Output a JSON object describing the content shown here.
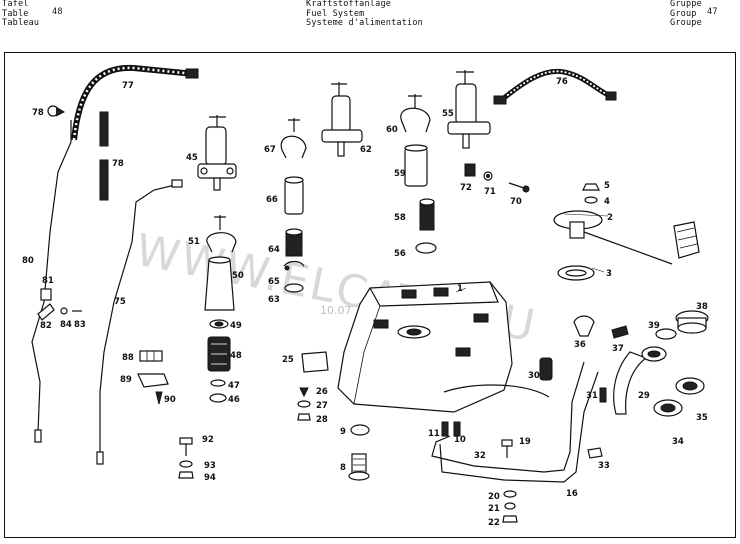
{
  "header": {
    "left": [
      "Tafel",
      "Table",
      "Tableau"
    ],
    "left_number": "48",
    "center": [
      "Kraftstoffanlage",
      "Fuel System",
      "Systeme d'alimentation"
    ],
    "right": [
      "Gruppe",
      "Group",
      "Groupe"
    ],
    "right_number": "47"
  },
  "watermark": {
    "text": "WWW.ELCATS.RU",
    "date": "10.07"
  },
  "parts": [
    {
      "id": "p1",
      "label": "1"
    },
    {
      "id": "p2",
      "label": "2"
    },
    {
      "id": "p3",
      "label": "3"
    },
    {
      "id": "p4",
      "label": "4"
    },
    {
      "id": "p5",
      "label": "5"
    },
    {
      "id": "p8",
      "label": "8"
    },
    {
      "id": "p9",
      "label": "9"
    },
    {
      "id": "p10",
      "label": "10"
    },
    {
      "id": "p11",
      "label": "11"
    },
    {
      "id": "p16",
      "label": "16"
    },
    {
      "id": "p19",
      "label": "19"
    },
    {
      "id": "p20",
      "label": "20"
    },
    {
      "id": "p21",
      "label": "21"
    },
    {
      "id": "p22",
      "label": "22"
    },
    {
      "id": "p25",
      "label": "25"
    },
    {
      "id": "p26",
      "label": "26"
    },
    {
      "id": "p27",
      "label": "27"
    },
    {
      "id": "p28",
      "label": "28"
    },
    {
      "id": "p29",
      "label": "29"
    },
    {
      "id": "p30",
      "label": "30"
    },
    {
      "id": "p31",
      "label": "31"
    },
    {
      "id": "p32",
      "label": "32"
    },
    {
      "id": "p33",
      "label": "33"
    },
    {
      "id": "p34",
      "label": "34"
    },
    {
      "id": "p35",
      "label": "35"
    },
    {
      "id": "p36",
      "label": "36"
    },
    {
      "id": "p37",
      "label": "37"
    },
    {
      "id": "p38",
      "label": "38"
    },
    {
      "id": "p39",
      "label": "39"
    },
    {
      "id": "p45",
      "label": "45"
    },
    {
      "id": "p46",
      "label": "46"
    },
    {
      "id": "p47",
      "label": "47"
    },
    {
      "id": "p48",
      "label": "48"
    },
    {
      "id": "p49",
      "label": "49"
    },
    {
      "id": "p50",
      "label": "50"
    },
    {
      "id": "p51",
      "label": "51"
    },
    {
      "id": "p55",
      "label": "55"
    },
    {
      "id": "p56",
      "label": "56"
    },
    {
      "id": "p58",
      "label": "58"
    },
    {
      "id": "p59",
      "label": "59"
    },
    {
      "id": "p60",
      "label": "60"
    },
    {
      "id": "p62",
      "label": "62"
    },
    {
      "id": "p63",
      "label": "63"
    },
    {
      "id": "p64",
      "label": "64"
    },
    {
      "id": "p65",
      "label": "65"
    },
    {
      "id": "p66",
      "label": "66"
    },
    {
      "id": "p67",
      "label": "67"
    },
    {
      "id": "p70",
      "label": "70"
    },
    {
      "id": "p71",
      "label": "71"
    },
    {
      "id": "p72",
      "label": "72"
    },
    {
      "id": "p75",
      "label": "75"
    },
    {
      "id": "p76",
      "label": "76"
    },
    {
      "id": "p77",
      "label": "77"
    },
    {
      "id": "p78a",
      "label": "78"
    },
    {
      "id": "p78b",
      "label": "78"
    },
    {
      "id": "p80",
      "label": "80"
    },
    {
      "id": "p81",
      "label": "81"
    },
    {
      "id": "p82",
      "label": "82"
    },
    {
      "id": "p83",
      "label": "83"
    },
    {
      "id": "p84",
      "label": "84"
    },
    {
      "id": "p88",
      "label": "88"
    },
    {
      "id": "p89",
      "label": "89"
    },
    {
      "id": "p90",
      "label": "90"
    },
    {
      "id": "p92",
      "label": "92"
    },
    {
      "id": "p93",
      "label": "93"
    },
    {
      "id": "p94",
      "label": "94"
    }
  ]
}
